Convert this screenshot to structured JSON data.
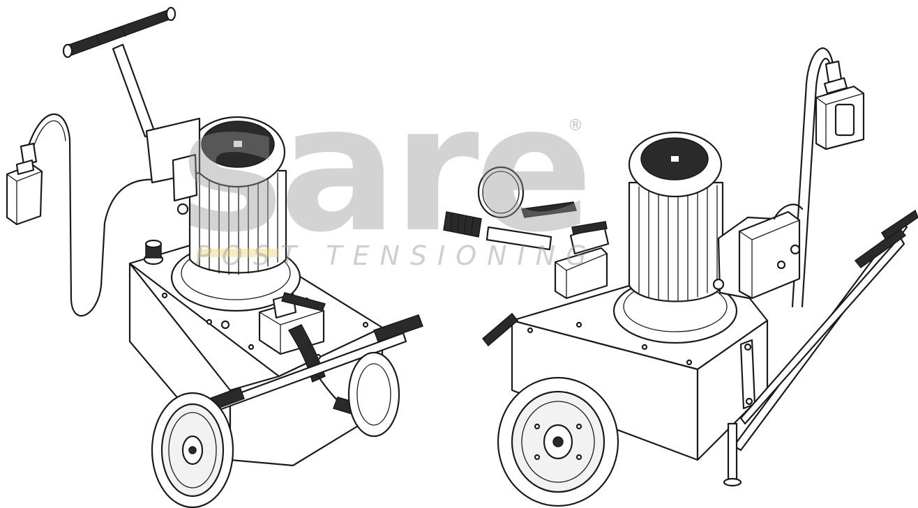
{
  "watermark": {
    "brand": "sare",
    "registered": "®",
    "tagline": "POST TENSIONING"
  },
  "figures": [
    {
      "name": "electric-hydraulic-pump-front-view"
    },
    {
      "name": "electric-hydraulic-pump-rear-view"
    }
  ]
}
